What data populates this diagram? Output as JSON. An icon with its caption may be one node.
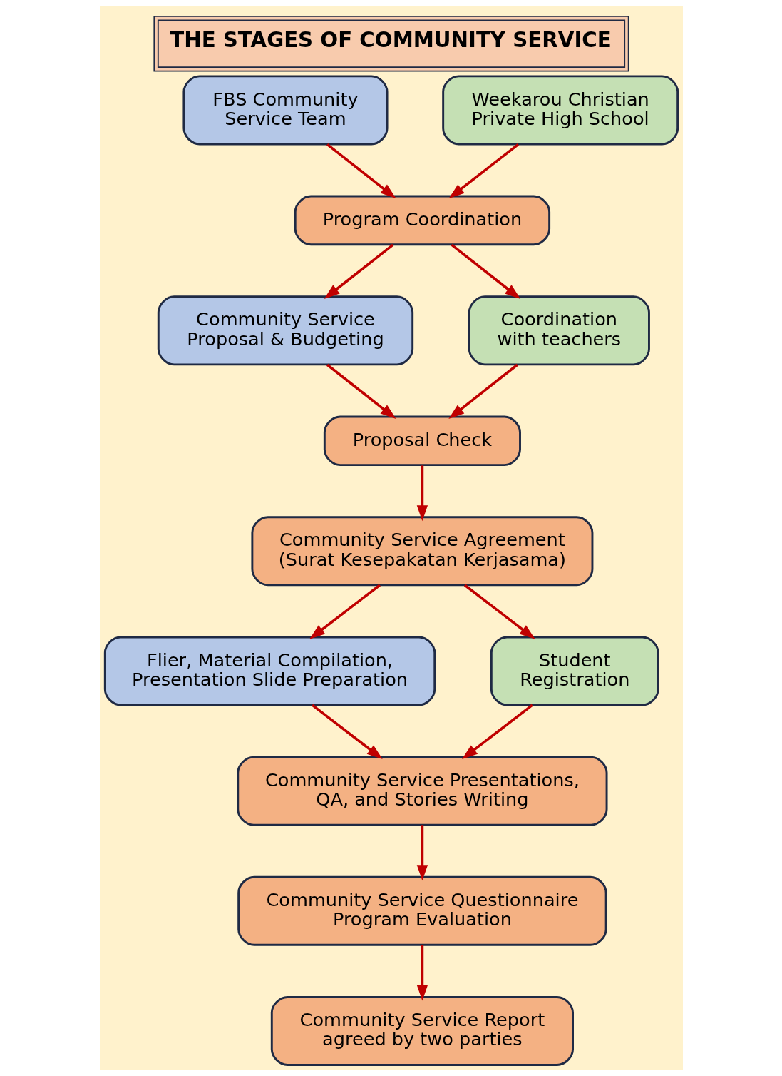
{
  "diagram": {
    "title": "THE STAGES OF COMMUNITY SERVICE",
    "nodes": [
      {
        "text": [
          "FBS Community Service Team"
        ]
      },
      {
        "text": [
          "Weekarou Christian Private High School"
        ]
      },
      {
        "text": [
          "Program Coordination"
        ]
      },
      {
        "text": [
          "Community Service Proposal & Budgeting"
        ]
      },
      {
        "text": [
          "Coordination with teachers"
        ]
      },
      {
        "text": [
          "Proposal Check"
        ]
      },
      {
        "text": [
          "Community Service Agreement (Surat Kesepakatan Kerjasama)"
        ]
      },
      {
        "text": [
          "Flier, Material Compilation, Presentation Slide Preparation"
        ]
      },
      {
        "text": [
          "Student Registration"
        ]
      },
      {
        "text": [
          "Community Service Presentations, QA, and Stories Writing"
        ]
      },
      {
        "text": [
          "Community Service Questionnaire Program Evaluation"
        ]
      },
      {
        "text": [
          "Community Service Report agreed by two parties"
        ]
      }
    ],
    "edges": [
      {
        "from": 0,
        "to": 2,
        "arrow": "to"
      },
      {
        "from": 1,
        "to": 2,
        "arrow": "to"
      },
      {
        "from": 2,
        "to": 3,
        "arrow": "to"
      },
      {
        "from": 2,
        "to": 4,
        "arrow": "to"
      },
      {
        "from": 3,
        "to": 5,
        "arrow": "to"
      },
      {
        "from": 4,
        "to": 5,
        "arrow": "to"
      },
      {
        "from": 5,
        "to": 6,
        "arrow": "to"
      },
      {
        "from": 6,
        "to": 7,
        "arrow": "to"
      },
      {
        "from": 6,
        "to": 8,
        "arrow": "to"
      },
      {
        "from": 7,
        "to": 9,
        "arrow": "to"
      },
      {
        "from": 8,
        "to": 9,
        "arrow": "to"
      },
      {
        "from": 9,
        "to": 10,
        "arrow": "to"
      },
      {
        "from": 10,
        "to": 11,
        "arrow": "to"
      }
    ]
  }
}
